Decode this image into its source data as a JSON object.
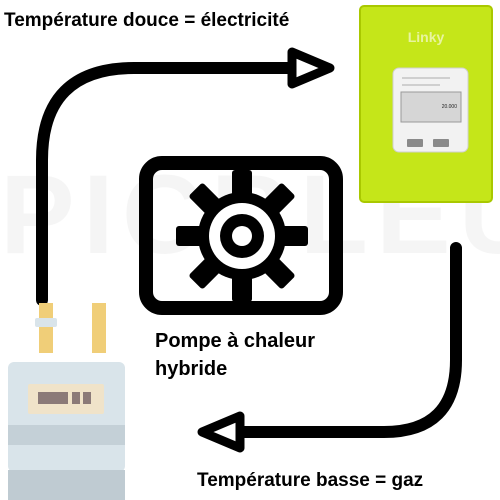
{
  "labels": {
    "top": "Température douce = électricité",
    "bottom": "Température basse = gaz",
    "heat_pump_line1": "Pompe à chaleur",
    "heat_pump_line2": "hybride"
  },
  "electric_meter": {
    "brand": "Linky",
    "display_value": "20.000"
  },
  "watermark": "PICBLEU",
  "colors": {
    "linky_green": "#c5e619",
    "linky_border": "#a9c800",
    "gas_meter_body": "#d9e4ea",
    "gas_meter_panel": "#f0e3c9",
    "gas_pipe": "#f0ce78",
    "stroke": "#000000"
  },
  "icons": [
    "gear-icon",
    "laptop-icon",
    "gas-meter-icon",
    "electric-meter-icon",
    "arrow-right-icon",
    "arrow-left-icon"
  ]
}
